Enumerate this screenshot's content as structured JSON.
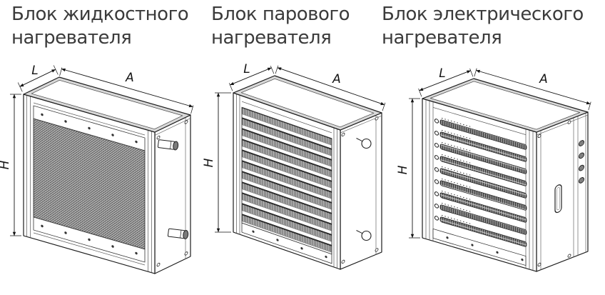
{
  "page": {
    "background": "#ffffff"
  },
  "colors": {
    "line": "#1c1c1c",
    "title_text": "#3b3b3b",
    "dim_text": "#141414",
    "mesh_gray": "#c4c4c4",
    "top_face_shade": "#d8d8d8"
  },
  "diagrams": [
    {
      "title_line1": "Блок жидкостного",
      "title_line2": "нагревателя",
      "dim_depth": "L",
      "dim_width": "A",
      "dim_height": "H"
    },
    {
      "title_line1": "Блок парового",
      "title_line2": "нагревателя",
      "dim_depth": "L",
      "dim_width": "A",
      "dim_height": "H"
    },
    {
      "title_line1": "Блок электрического",
      "title_line2": "нагревателя",
      "dim_depth": "L",
      "dim_width": "A",
      "dim_height": "H"
    }
  ]
}
